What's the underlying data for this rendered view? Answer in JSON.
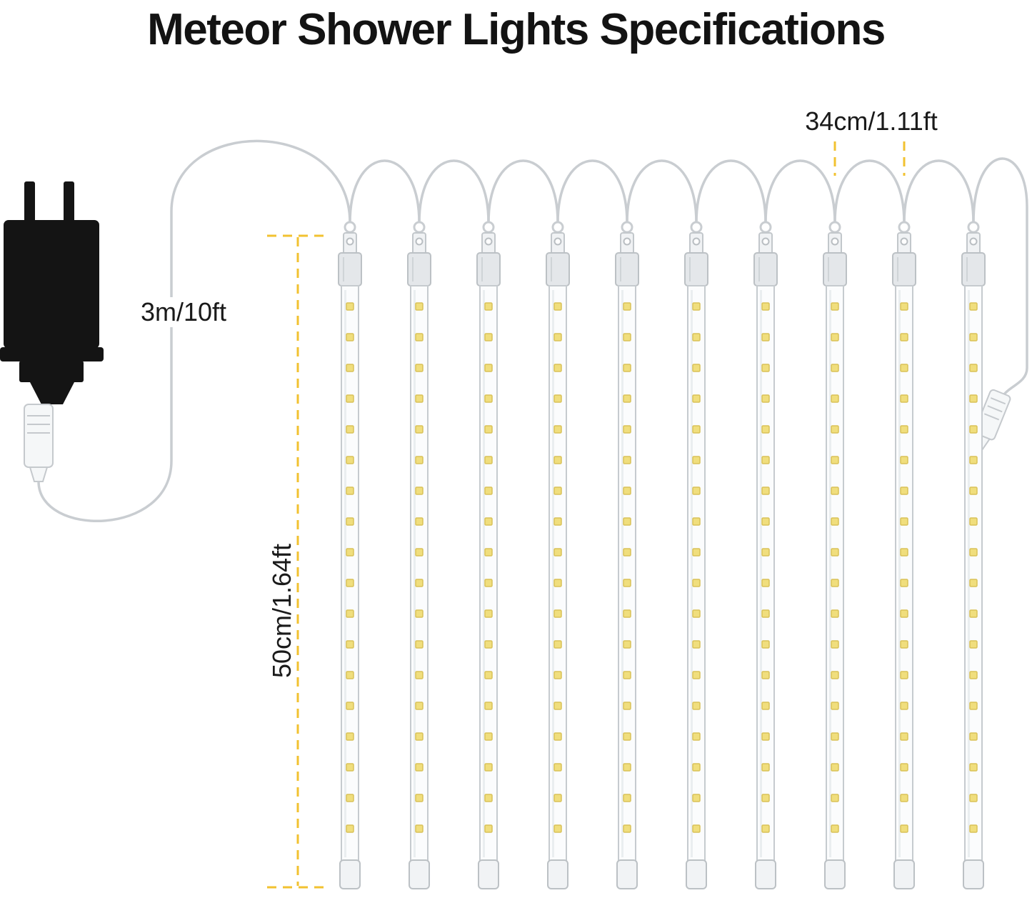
{
  "title": "Meteor Shower Lights Specifications",
  "labels": {
    "power_cord_length": "3m/10ft",
    "tube_spacing": "34cm/1.11ft",
    "tube_length": "50cm/1.64ft"
  },
  "diagram": {
    "tube_count": 10,
    "leds_per_tube": 18,
    "colors": {
      "measure_dash": "#F2C230",
      "wire": "#C9CDD1",
      "tube_border": "#C6CBCF",
      "tube_fill": "#FBFCFD",
      "cap_fill": "#E4E7EA",
      "led_fill": "#F0DE7D",
      "led_border": "#D9C258",
      "plug_body": "#141414"
    }
  }
}
